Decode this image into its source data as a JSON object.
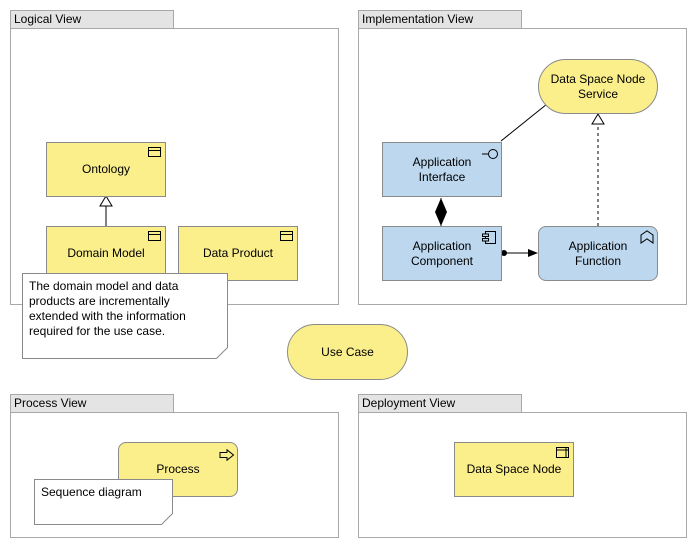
{
  "views": {
    "logical": "Logical View",
    "implementation": "Implementation View",
    "process": "Process View",
    "deployment": "Deployment View"
  },
  "elements": {
    "ontology": "Ontology",
    "domain_model": "Domain Model",
    "data_product": "Data Product",
    "app_interface": "Application\nInterface",
    "app_component": "Application\nComponent",
    "app_function": "Application\nFunction",
    "ds_node_service": "Data Space Node\nService",
    "use_case": "Use Case",
    "process": "Process",
    "data_space_node": "Data Space Node"
  },
  "notes": {
    "logical_note": "The domain model and data\nproducts are incrementally\nextended with the information\nrequired for the use case.",
    "process_note": "Sequence diagram"
  },
  "colors": {
    "business_yellow": "#fbef8c",
    "application_blue": "#bcd7ee",
    "package_border": "#a8a8a8",
    "tab_fill": "#e4e4e4"
  },
  "icons": {
    "business_object": "business-object-icon",
    "interface": "interface-lollipop-icon",
    "component": "component-icon",
    "function": "function-chevron-icon",
    "process": "process-arrow-icon",
    "node": "node-icon"
  }
}
